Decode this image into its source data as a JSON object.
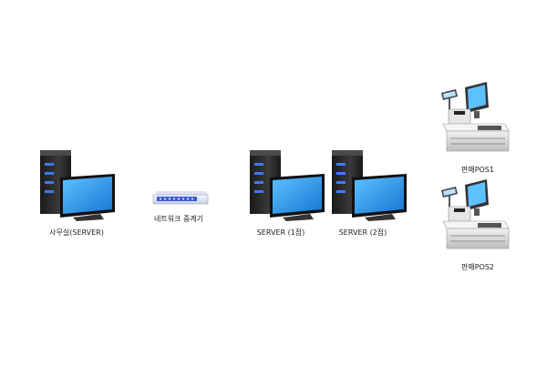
{
  "nodes": {
    "office_server": {
      "label": "사무실(SERVER)"
    },
    "network_relay": {
      "label": "네트워크 중계기"
    },
    "server_1": {
      "label": "SERVER (1점)"
    },
    "server_2": {
      "label": "SERVER (2점)"
    },
    "pos_1": {
      "label": "판매POS1"
    },
    "pos_2": {
      "label": "판매POS2"
    }
  },
  "colors": {
    "tower": "#2b2b2b",
    "tower_light": "#4a4a4a",
    "led": "#3a7bff",
    "screen": "#1e90e6",
    "screen_glow": "#5ec1ff",
    "relay_body": "#e9edf7",
    "relay_panel": "#3b5bd6",
    "pos_body": "#d8d8d8"
  }
}
